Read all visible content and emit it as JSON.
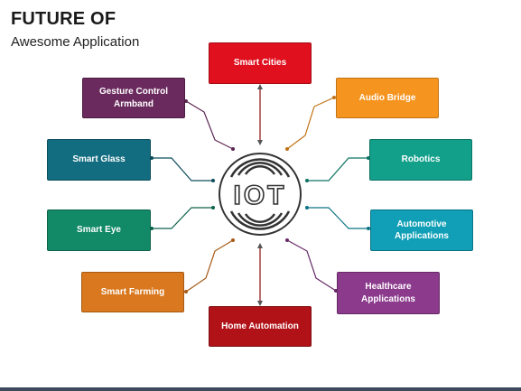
{
  "header": {
    "title": "FUTURE OF",
    "subtitle": "Awesome Application"
  },
  "center": {
    "label": "IOT"
  },
  "nodes": {
    "smart_cities": {
      "label": "Smart Cities",
      "color": "#e0101e",
      "border": "#a30c16"
    },
    "gesture": {
      "label": "Gesture Control Armband",
      "color": "#6b2a5e",
      "border": "#4a1d41"
    },
    "audio": {
      "label": "Audio Bridge",
      "color": "#f5941f",
      "border": "#c07316"
    },
    "smart_glass": {
      "label": "Smart Glass",
      "color": "#126d80",
      "border": "#0c4d5b"
    },
    "robotics": {
      "label": "Robotics",
      "color": "#12a08a",
      "border": "#0d7363"
    },
    "smart_eye": {
      "label": "Smart Eye",
      "color": "#128a68",
      "border": "#0d624a"
    },
    "automotive": {
      "label": "Automotive Applications",
      "color": "#109fb6",
      "border": "#0b7384"
    },
    "smart_farming": {
      "label": "Smart Farming",
      "color": "#d9781e",
      "border": "#a65a15"
    },
    "healthcare": {
      "label": "Healthcare Applications",
      "color": "#8b3a8c",
      "border": "#662a67"
    },
    "home_automation": {
      "label": "Home Automation",
      "color": "#b01218",
      "border": "#7d0d11"
    }
  }
}
